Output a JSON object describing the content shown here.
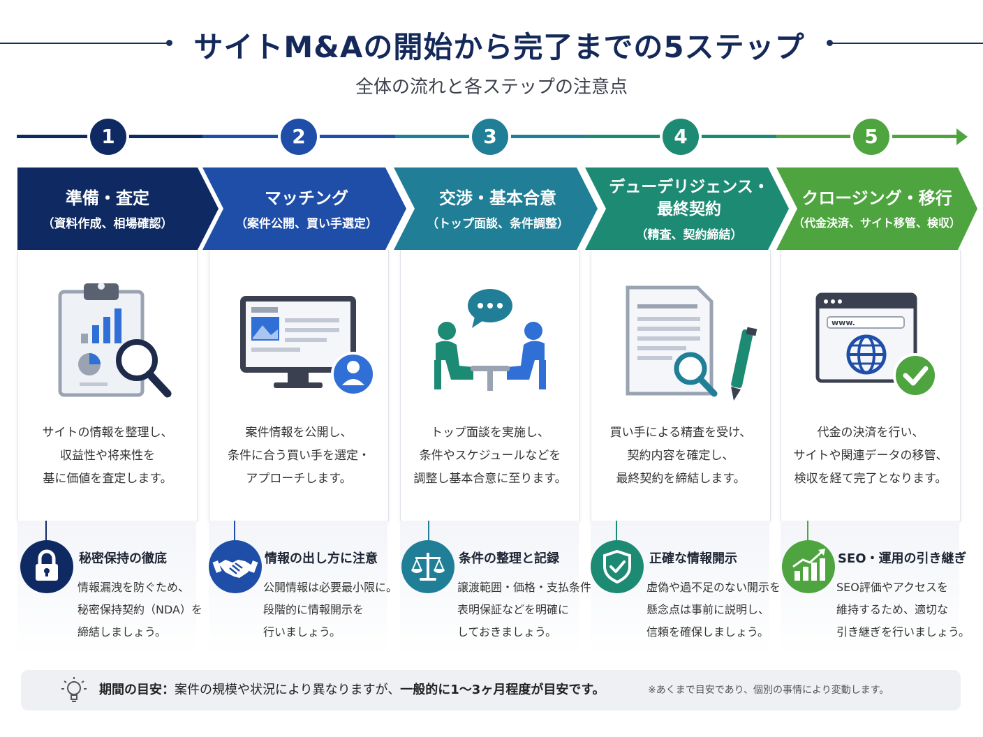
{
  "title": "サイトM&Aの開始から完了までの5ステップ",
  "subtitle": "全体の流れと各ステップの注意点",
  "colors": {
    "navy": "#14295a",
    "step1": "#0f2a63",
    "step2": "#1f4ea8",
    "step3": "#207f96",
    "step4": "#1d8a74",
    "step5": "#4ea43f"
  },
  "steps": [
    {
      "number": "1",
      "title": "準備・査定",
      "subtitle": "（資料作成、相場確認）",
      "icon": "clipboard-chart-magnifier-icon",
      "desc": [
        "サイトの情報を整理し、",
        "収益性や将来性を",
        "基に価値を査定します。"
      ],
      "tip_icon": "lock-icon",
      "tip_title": "秘密保持の徹底",
      "tip_body": [
        "情報漏洩を防ぐため、",
        "秘密保持契約（NDA）を",
        "締結しましょう。"
      ]
    },
    {
      "number": "2",
      "title": "マッチング",
      "subtitle": "（案件公開、買い手選定）",
      "icon": "monitor-user-icon",
      "desc": [
        "案件情報を公開し、",
        "条件に合う買い手を選定・",
        "アプローチします。"
      ],
      "tip_icon": "handshake-icon",
      "tip_title": "情報の出し方に注意",
      "tip_body": [
        "公開情報は必要最小限に。",
        "段階的に情報開示を",
        "行いましょう。"
      ]
    },
    {
      "number": "3",
      "title": "交渉・基本合意",
      "subtitle": "（トップ面談、条件調整）",
      "icon": "meeting-people-icon",
      "desc": [
        "トップ面談を実施し、",
        "条件やスケジュールなどを",
        "調整し基本合意に至ります。"
      ],
      "tip_icon": "scale-icon",
      "tip_title": "条件の整理と記録",
      "tip_body": [
        "譲渡範囲・価格・支払条件・",
        "表明保証などを明確に",
        "しておきましょう。"
      ]
    },
    {
      "number": "4",
      "title": "デューデリジェンス・\n最終契約",
      "subtitle": "（精査、契約締結）",
      "icon": "document-pen-magnifier-icon",
      "desc": [
        "買い手による精査を受け、",
        "契約内容を確定し、",
        "最終契約を締結します。"
      ],
      "tip_icon": "shield-check-icon",
      "tip_title": "正確な情報開示",
      "tip_body": [
        "虚偽や過不足のない開示を。",
        "懸念点は事前に説明し、",
        "信頼を確保しましょう。"
      ]
    },
    {
      "number": "5",
      "title": "クロージング・移行",
      "subtitle": "（代金決済、サイト移管、検収）",
      "icon": "browser-globe-check-icon",
      "url_text": "www.",
      "desc": [
        "代金の決済を行い、",
        "サイトや関連データの移管、",
        "検収を経て完了となります。"
      ],
      "tip_icon": "growth-chart-icon",
      "tip_title": "SEO・運用の引き継ぎ",
      "tip_body": [
        "SEO評価やアクセスを",
        "維持するため、適切な",
        "引き継ぎを行いましょう。"
      ]
    }
  ],
  "footer": {
    "label": "期間の目安",
    "colon": "：",
    "text": "案件の規模や状況により異なりますが、",
    "emphasis": "一般的に1〜3ヶ月程度が目安です。",
    "note": "※あくまで目安であり、個別の事情により変動します。"
  }
}
